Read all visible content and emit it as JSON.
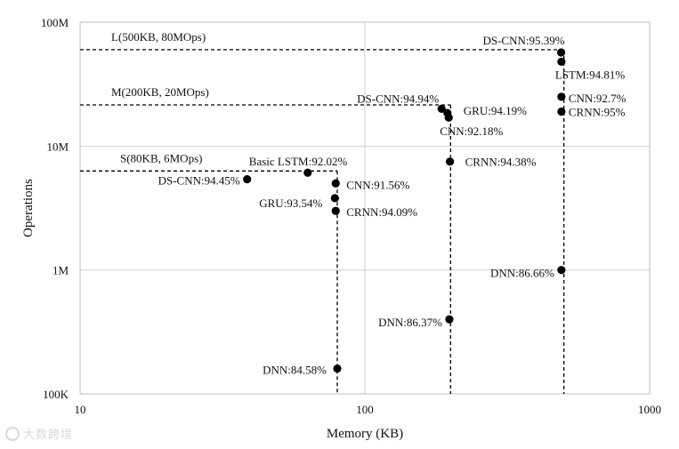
{
  "chart_data": {
    "type": "scatter",
    "xlabel": "Memory (KB)",
    "ylabel": "Operations",
    "x_scale": "log",
    "y_scale": "log",
    "xlim": [
      10,
      1000
    ],
    "ylim": [
      100000,
      100000000
    ],
    "x_ticks": [
      {
        "value": 10,
        "label": "10"
      },
      {
        "value": 100,
        "label": "100"
      },
      {
        "value": 1000,
        "label": "1000"
      }
    ],
    "y_ticks": [
      {
        "value": 100000,
        "label": "100K"
      },
      {
        "value": 1000000,
        "label": "1M"
      },
      {
        "value": 10000000,
        "label": "10M"
      },
      {
        "value": 100000000,
        "label": "100M"
      }
    ],
    "grid": true,
    "points": [
      {
        "label": "DS-CNN:94.45%",
        "x": 38.6,
        "y": 5400000
      },
      {
        "label": "Basic LSTM:92.02%",
        "x": 63,
        "y": 6100000
      },
      {
        "label": "CNN:91.56%",
        "x": 79,
        "y": 5000000
      },
      {
        "label": "GRU:93.54%",
        "x": 78.5,
        "y": 3800000
      },
      {
        "label": "CRNN:94.09%",
        "x": 79,
        "y": 3000000
      },
      {
        "label": "DNN:84.58%",
        "x": 80,
        "y": 160000
      },
      {
        "label": "DS-CNN:94.94%",
        "x": 186,
        "y": 20000000
      },
      {
        "label": "GRU:94.19%",
        "x": 195,
        "y": 18500000
      },
      {
        "label": "CNN:92.18%",
        "x": 197,
        "y": 17000000
      },
      {
        "label": "CRNN:94.38%",
        "x": 199,
        "y": 7500000
      },
      {
        "label": "DNN:86.37%",
        "x": 198,
        "y": 400000
      },
      {
        "label": "DS-CNN:95.39%",
        "x": 489,
        "y": 57000000
      },
      {
        "label": "LSTM:94.81%",
        "x": 490,
        "y": 48000000
      },
      {
        "label": "CNN:92.7%",
        "x": 490,
        "y": 25000000
      },
      {
        "label": "CRNN:95%",
        "x": 490,
        "y": 19000000
      },
      {
        "label": "DNN:86.66%",
        "x": 490,
        "y": 1000000
      }
    ],
    "constraints": [
      {
        "label": "L(500KB, 80MOps)",
        "memory_kb": 500,
        "ops": 60000000
      },
      {
        "label": "M(200KB, 20MOps)",
        "memory_kb": 200,
        "ops": 21500000
      },
      {
        "label": "S(80KB, 6MOps)",
        "memory_kb": 80,
        "ops": 6300000
      }
    ]
  },
  "watermark": "大数跨境"
}
